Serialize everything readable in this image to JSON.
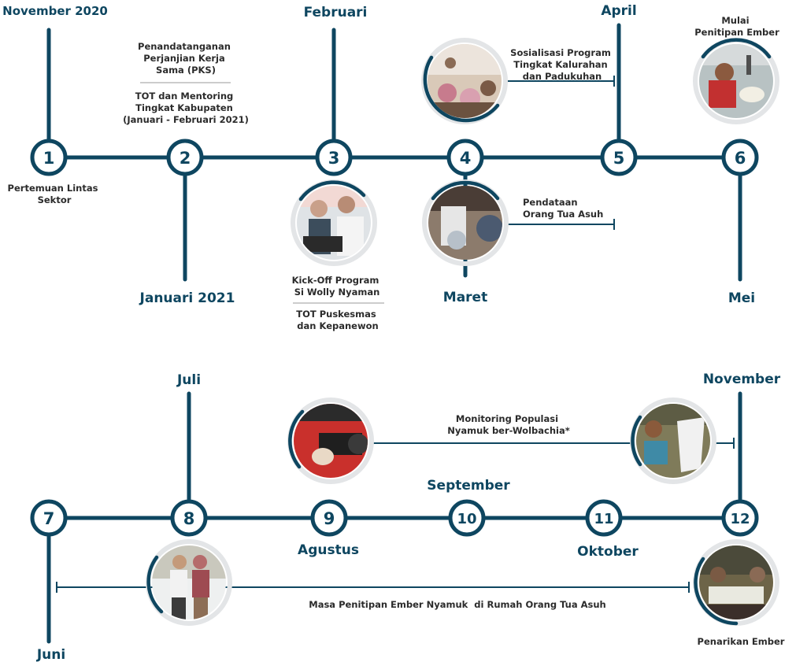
{
  "months": {
    "november_2020": "November 2020",
    "januari_2021": "Januari 2021",
    "februari": "Februari",
    "maret": "Maret",
    "april": "April",
    "mei": "Mei",
    "juni": "Juni",
    "juli": "Juli",
    "agustus": "Agustus",
    "september": "September",
    "oktober": "Oktober",
    "november": "November"
  },
  "nodes": [
    "1",
    "2",
    "3",
    "4",
    "5",
    "6",
    "7",
    "8",
    "9",
    "10",
    "11",
    "12"
  ],
  "events": {
    "e1": [
      "Pertemuan Lintas",
      "Sektor"
    ],
    "e2a": [
      "Penandatanganan",
      "Perjanjian Kerja",
      "Sama (PKS)"
    ],
    "e2b": [
      "TOT dan Mentoring",
      "Tingkat Kabupaten",
      "(Januari - Februari 2021)"
    ],
    "e3a": [
      "Kick-Off Program",
      "Si Wolly Nyaman"
    ],
    "e3b": [
      "TOT Puskesmas",
      "dan Kepanewon"
    ],
    "e4a": [
      "Sosialisasi Program",
      "Tingkat Kalurahan",
      "dan Padukuhan"
    ],
    "e4b": [
      "Pendataan",
      "Orang Tua Asuh"
    ],
    "e6": [
      "Mulai",
      "Penitipan Ember"
    ],
    "e9": [
      "Monitoring Populasi",
      "Nyamuk ber-Wolbachia*"
    ],
    "e_masa": "Masa Penitipan Ember Nyamuk  di Rumah Orang Tua Asuh",
    "e12": "Penarikan Ember"
  },
  "colors": {
    "primary": "#0e4660",
    "ring": "#e3e5e7",
    "text": "#2b2b2b"
  }
}
